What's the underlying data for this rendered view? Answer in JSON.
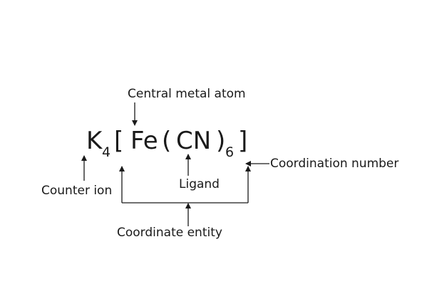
{
  "formula": {
    "counter_ion_symbol": "K",
    "counter_ion_subscript": "4",
    "open_square_bracket": "[",
    "metal_symbol": "Fe",
    "open_paren": "(",
    "ligand_symbol": "CN",
    "close_paren": ")",
    "ligand_subscript": "6",
    "close_square_bracket": "]"
  },
  "labels": {
    "central_metal_atom": "Central metal atom",
    "counter_ion": "Counter ion",
    "ligand": "Ligand",
    "coordination_number": "Coordination number",
    "coordinate_entity": "Coordinate entity"
  },
  "colors": {
    "text": "#1a1a1a",
    "lines": "#1a1a1a",
    "background": "#ffffff"
  }
}
